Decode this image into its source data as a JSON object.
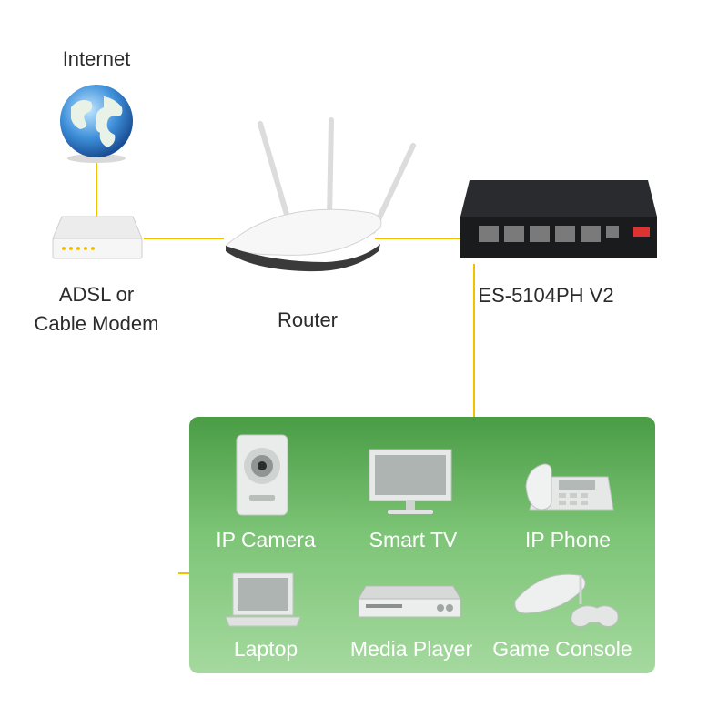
{
  "nodes": {
    "internet": "Internet",
    "modem_line1": "ADSL or",
    "modem_line2": "Cable Modem",
    "router": "Router",
    "switch": "ES-5104PH V2"
  },
  "devices": {
    "ip_camera": "IP Camera",
    "smart_tv": "Smart TV",
    "ip_phone": "IP Phone",
    "laptop": "Laptop",
    "media_player": "Media Player",
    "game_console": "Game Console"
  },
  "colors": {
    "wire": "#f2c200",
    "panel_top": "#4a9c45",
    "panel_bottom": "#a5d99f"
  }
}
